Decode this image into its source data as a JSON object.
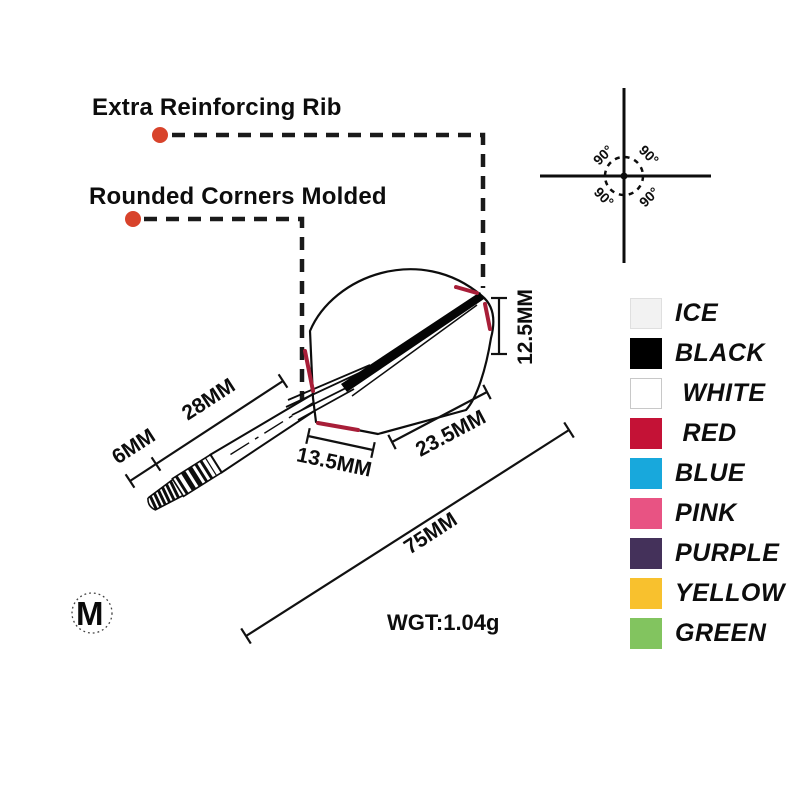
{
  "annotations": {
    "extra_rib": "Extra Reinforcing Rib",
    "rounded_corners": "Rounded Corners Molded"
  },
  "dimensions": {
    "thread_length": "6MM",
    "shaft_length": "28MM",
    "flight_front": "13.5MM",
    "flight_top": "23.5MM",
    "flight_height": "12.5MM",
    "overall_length": "75MM"
  },
  "weight": "WGT:1.04g",
  "logo": "M",
  "angles": {
    "top_left": "90°",
    "top_right": "90°",
    "bottom_left": "90°",
    "bottom_right": "90°"
  },
  "legend": {
    "items": [
      {
        "label": "ICE",
        "color": "#f2f2f2",
        "border": "#dfdfdf"
      },
      {
        "label": "BLACK",
        "color": "#000000",
        "border": ""
      },
      {
        "label": " WHITE",
        "color": "#ffffff",
        "border": "#c8c8c8"
      },
      {
        "label": " RED",
        "color": "#c41236",
        "border": ""
      },
      {
        "label": "BLUE",
        "color": "#18a8dc",
        "border": ""
      },
      {
        "label": "PINK",
        "color": "#e85383",
        "border": ""
      },
      {
        "label": "PURPLE",
        "color": "#44315a",
        "border": ""
      },
      {
        "label": "YELLOW",
        "color": "#f8c12e",
        "border": ""
      },
      {
        "label": "GREEN",
        "color": "#82c45f",
        "border": ""
      }
    ]
  },
  "colors": {
    "marker_dot": "#d8432b",
    "rib_accent": "#a81e38",
    "line": "#111111"
  }
}
